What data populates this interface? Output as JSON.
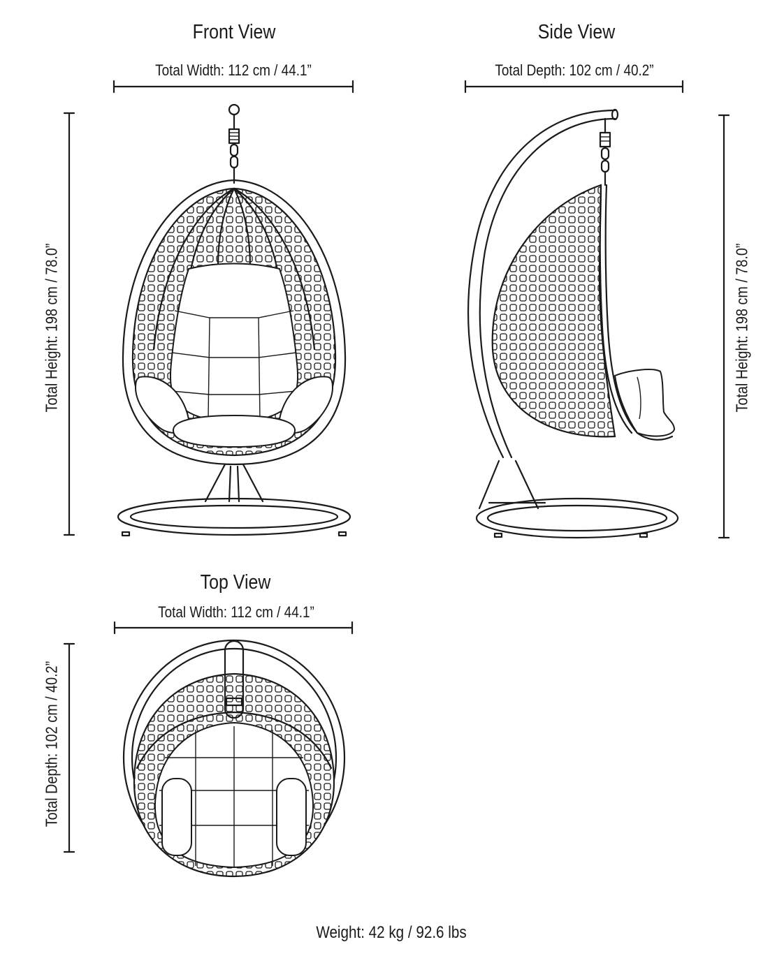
{
  "front": {
    "title": "Front View",
    "width_label": "Total Width: 112 cm / 44.1”",
    "height_label": "Total Height: 198 cm / 78.0”"
  },
  "side": {
    "title": "Side View",
    "depth_label": "Total Depth: 102 cm / 40.2”",
    "height_label": "Total Height: 198 cm / 78.0”"
  },
  "top": {
    "title": "Top View",
    "width_label": "Total Width: 112 cm / 44.1”",
    "depth_label": "Total Depth: 102 cm / 40.2”"
  },
  "weight_label": "Weight: 42 kg / 92.6 lbs"
}
